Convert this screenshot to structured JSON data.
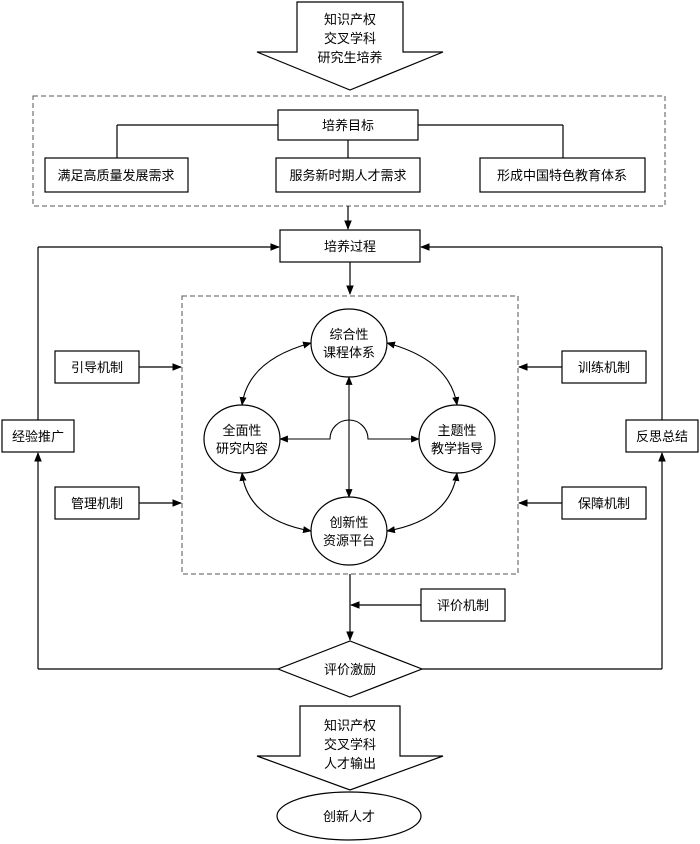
{
  "input_arrow": {
    "lines": [
      "知识产权",
      "交叉学科",
      "研究生培养"
    ]
  },
  "goal": {
    "title": "培养目标",
    "items": [
      "满足高质量发展需求",
      "服务新时期人才需求",
      "形成中国特色教育体系"
    ]
  },
  "process": {
    "title": "培养过程"
  },
  "mechanisms": {
    "guide": "引导机制",
    "manage": "管理机制",
    "train": "训练机制",
    "guarantee": "保障机制",
    "evaluate": "评价机制"
  },
  "feedback": {
    "left": "经验推广",
    "right": "反思总结"
  },
  "core": {
    "curriculum": [
      "综合性",
      "课程体系"
    ],
    "research": [
      "全面性",
      "研究内容"
    ],
    "guidance": [
      "主题性",
      "教学指导"
    ],
    "platform": [
      "创新性",
      "资源平台"
    ]
  },
  "evaluation": "评价激励",
  "output_arrow": {
    "lines": [
      "知识产权",
      "交叉学科",
      "人才输出"
    ]
  },
  "result": "创新人才"
}
